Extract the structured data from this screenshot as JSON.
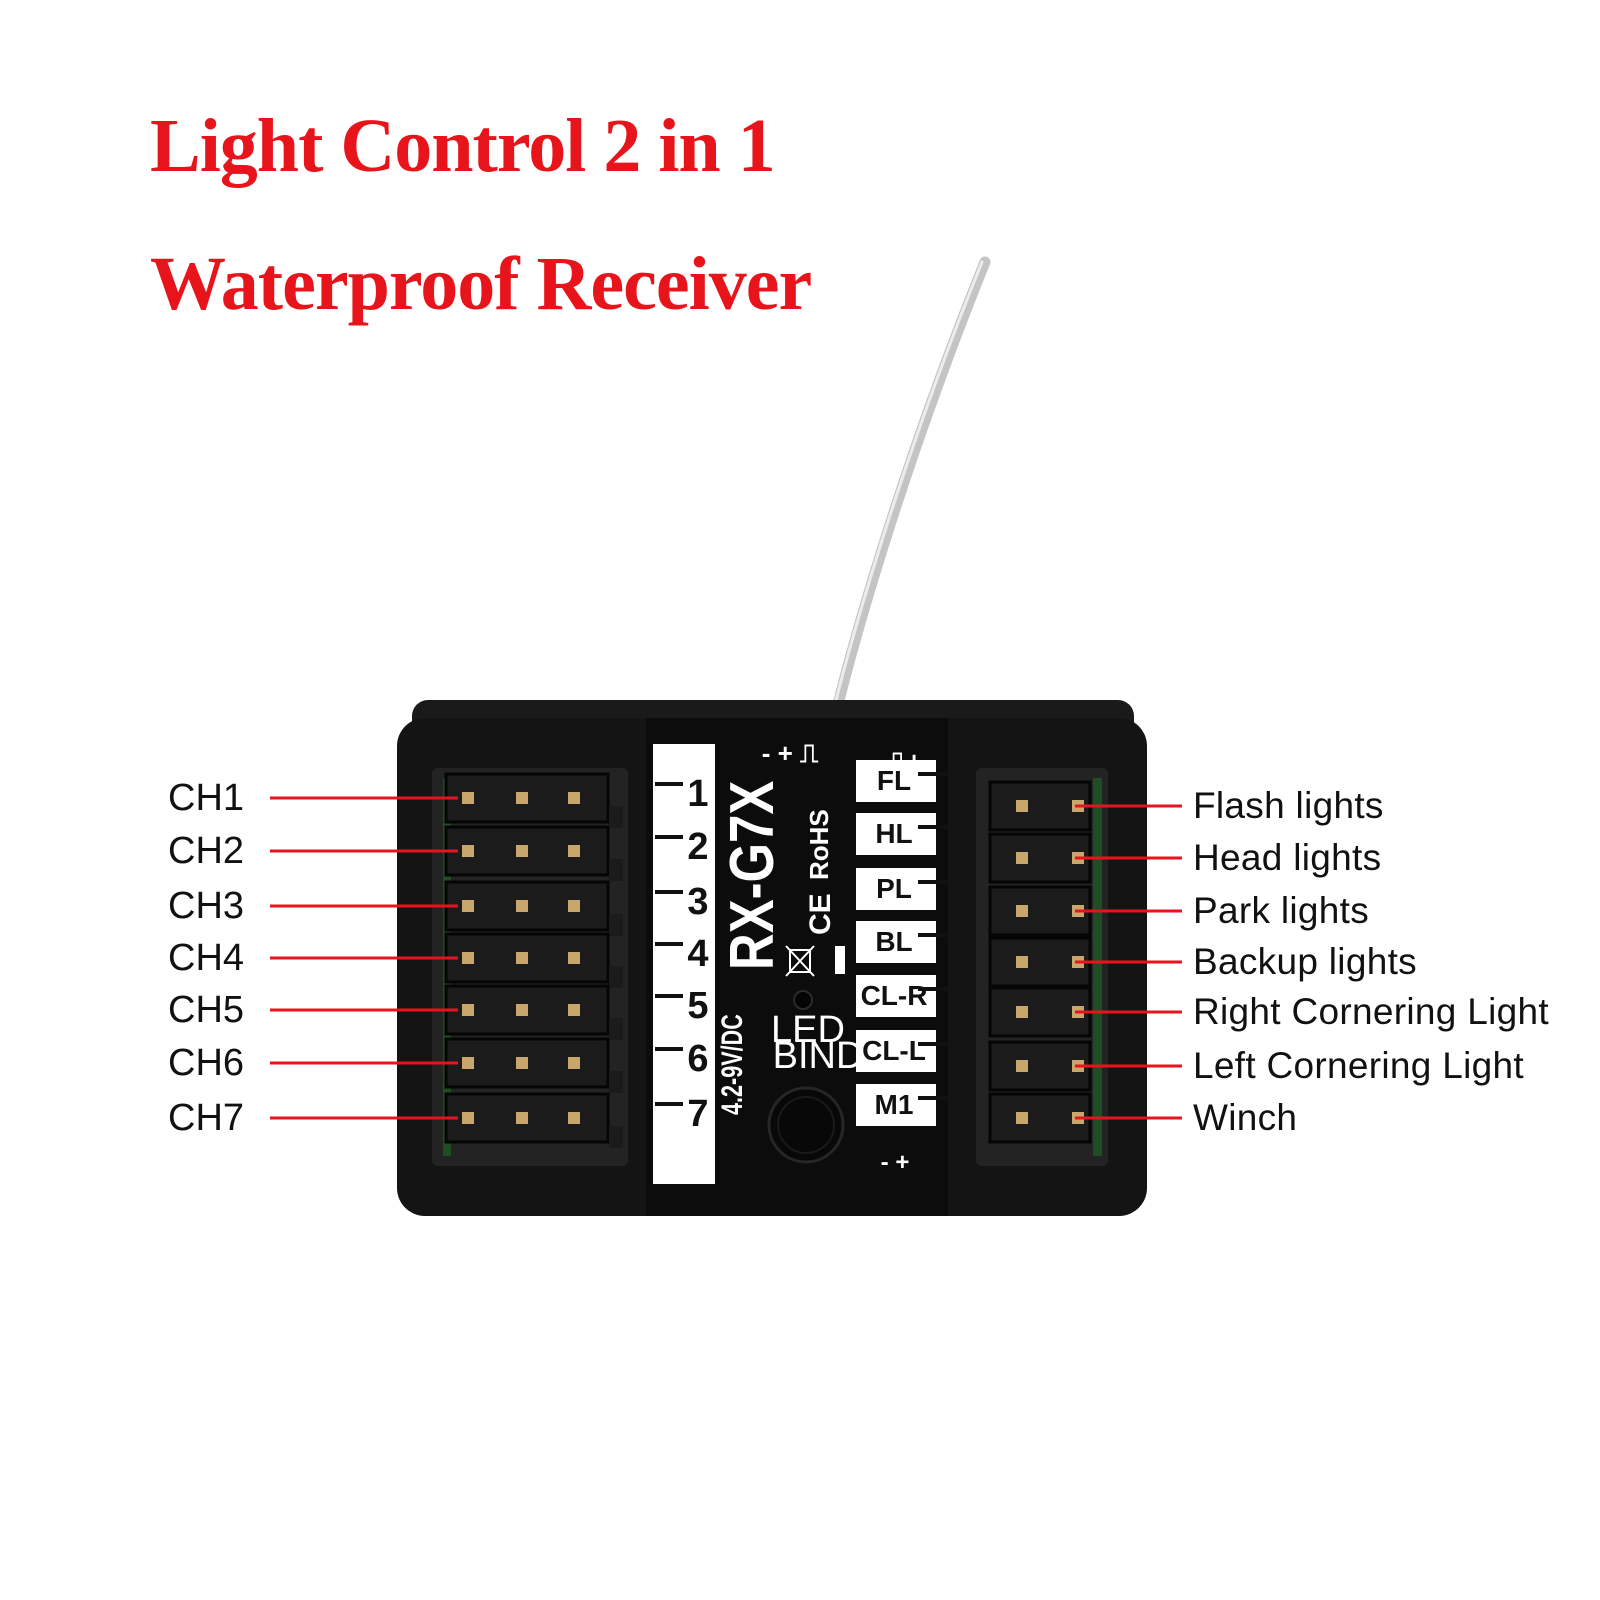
{
  "colors": {
    "accent": "#e8141b",
    "housing": "#121212",
    "label_plate": "#ffffff"
  },
  "title": {
    "line1": "Light Control 2 in 1",
    "line2": "Waterproof Receiver"
  },
  "channels_left": [
    "CH1",
    "CH2",
    "CH3",
    "CH4",
    "CH5",
    "CH6",
    "CH7"
  ],
  "channel_numbers": [
    "1",
    "2",
    "3",
    "4",
    "5",
    "6",
    "7"
  ],
  "outputs_right": [
    "Flash lights",
    "Head lights",
    "Park lights",
    "Backup lights",
    "Right Cornering Light",
    "Left Cornering Light",
    "Winch"
  ],
  "light_ports": [
    "FL",
    "HL",
    "PL",
    "BL",
    "CL-R",
    "CL-L",
    "M1"
  ],
  "receiver": {
    "model": "RX-G7X",
    "voltage": "4.2-9V/DC",
    "cert": "RoHS",
    "ce_mark": "CE",
    "led_label": "LED",
    "bind_label": "BIND",
    "pin_top_left": "- + ⎍",
    "pin_top_right": "⎍+",
    "pin_bottom": "- +"
  }
}
